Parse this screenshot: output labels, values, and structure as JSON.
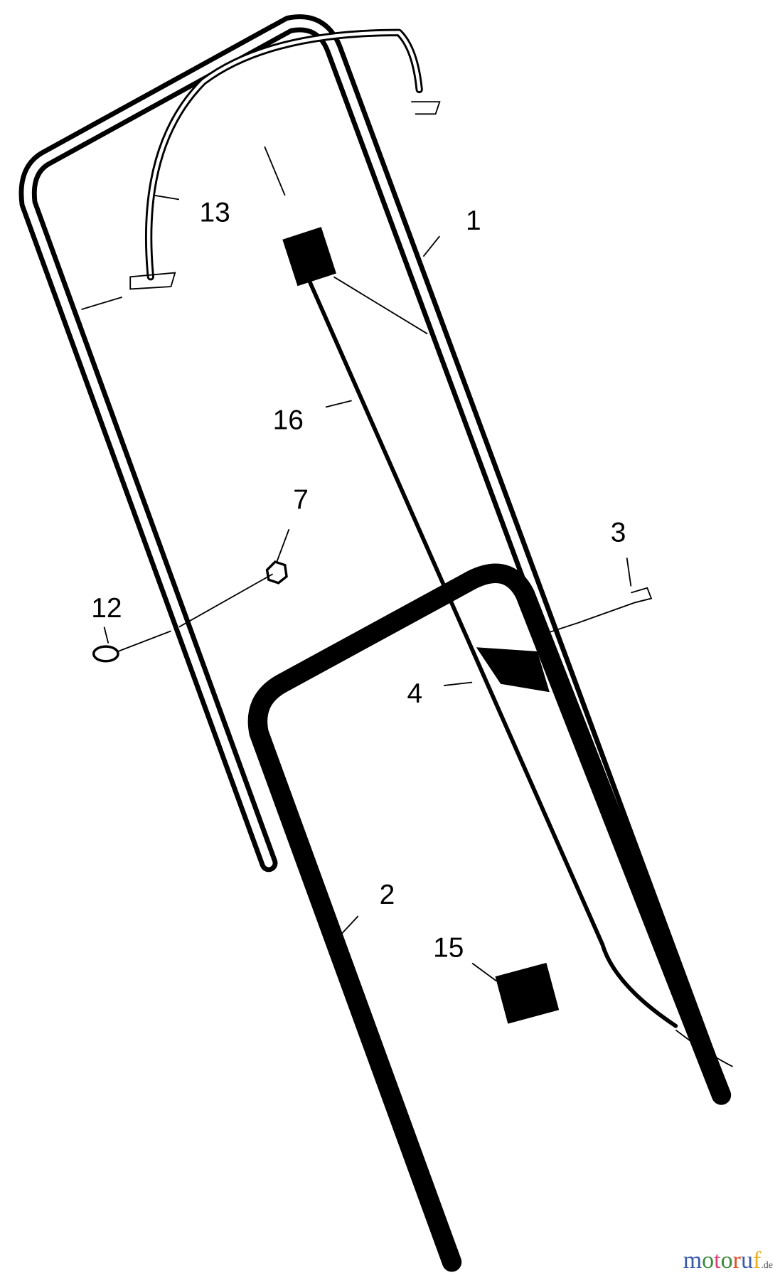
{
  "diagram": {
    "callouts": [
      {
        "id": "13",
        "label": "13"
      },
      {
        "id": "1",
        "label": "1"
      },
      {
        "id": "16",
        "label": "16"
      },
      {
        "id": "7",
        "label": "7"
      },
      {
        "id": "3",
        "label": "3"
      },
      {
        "id": "12",
        "label": "12"
      },
      {
        "id": "4",
        "label": "4"
      },
      {
        "id": "2",
        "label": "2"
      },
      {
        "id": "15",
        "label": "15"
      }
    ]
  },
  "watermark": {
    "letters": [
      "m",
      "o",
      "t",
      "o",
      "r",
      "u",
      "f"
    ],
    "colors": [
      "#3a5aa8",
      "#3a8a3a",
      "#d8407a",
      "#3a8a3a",
      "#e0502a",
      "#3a5aa8",
      "#e8b020"
    ],
    "suffix": ".de"
  }
}
